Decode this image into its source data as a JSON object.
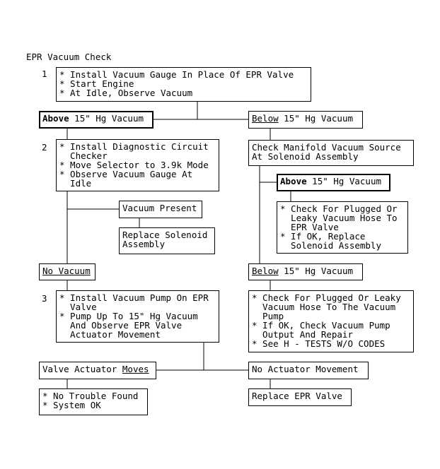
{
  "title": "EPR Vacuum Check",
  "step1": {
    "number": "1",
    "lines": [
      "* Install Vacuum Gauge In Place Of EPR Valve",
      "* Start Engine",
      "* At Idle, Observe Vacuum"
    ]
  },
  "above1": {
    "bold": "Above",
    "rest": " 15\" Hg Vacuum"
  },
  "below1": {
    "underlined": "Below",
    "rest": " 15\" Hg Vacuum"
  },
  "step2": {
    "number": "2",
    "lines": [
      "* Install Diagnostic Circuit",
      "  Checker",
      "* Move Selector to 3.9k Mode",
      "* Observe Vacuum Gauge At",
      "  Idle"
    ]
  },
  "check_manifold": {
    "lines": [
      "Check Manifold Vacuum Source",
      "At Solenoid Assembly"
    ]
  },
  "above2": {
    "bold": "Above",
    "rest": " 15\" Hg Vacuum"
  },
  "plugged1": {
    "lines": [
      "* Check For Plugged Or",
      "  Leaky Vacuum Hose To",
      "  EPR Valve",
      "* If OK, Replace",
      "  Solenoid Assembly"
    ]
  },
  "vacuum_present": {
    "label": "Vacuum Present"
  },
  "replace_solenoid": {
    "lines": [
      "Replace Solenoid",
      "Assembly"
    ]
  },
  "no_vacuum": {
    "underlined": "No Vacuum"
  },
  "below2": {
    "underlined": "Below",
    "rest": " 15\" Hg Vacuum"
  },
  "step3": {
    "number": "3",
    "lines": [
      "* Install Vacuum Pump On EPR",
      "  Valve",
      "* Pump Up To 15\" Hg Vacuum",
      "  And Observe EPR Valve",
      "  Actuator Movement"
    ]
  },
  "plugged2": {
    "lines": [
      "* Check For Plugged Or Leaky",
      "  Vacuum Hose To The Vacuum",
      "  Pump",
      "* If OK, Check Vacuum Pump",
      "  Output And Repair",
      "* See H - TESTS W/O CODES"
    ]
  },
  "actuator_moves": {
    "prefix": "Valve Actuator ",
    "underlined": "Moves"
  },
  "no_actuator": {
    "label": "No Actuator Movement"
  },
  "no_trouble": {
    "lines": [
      "* No Trouble Found",
      "* System OK"
    ]
  },
  "replace_epr": {
    "label": "Replace EPR Valve"
  }
}
